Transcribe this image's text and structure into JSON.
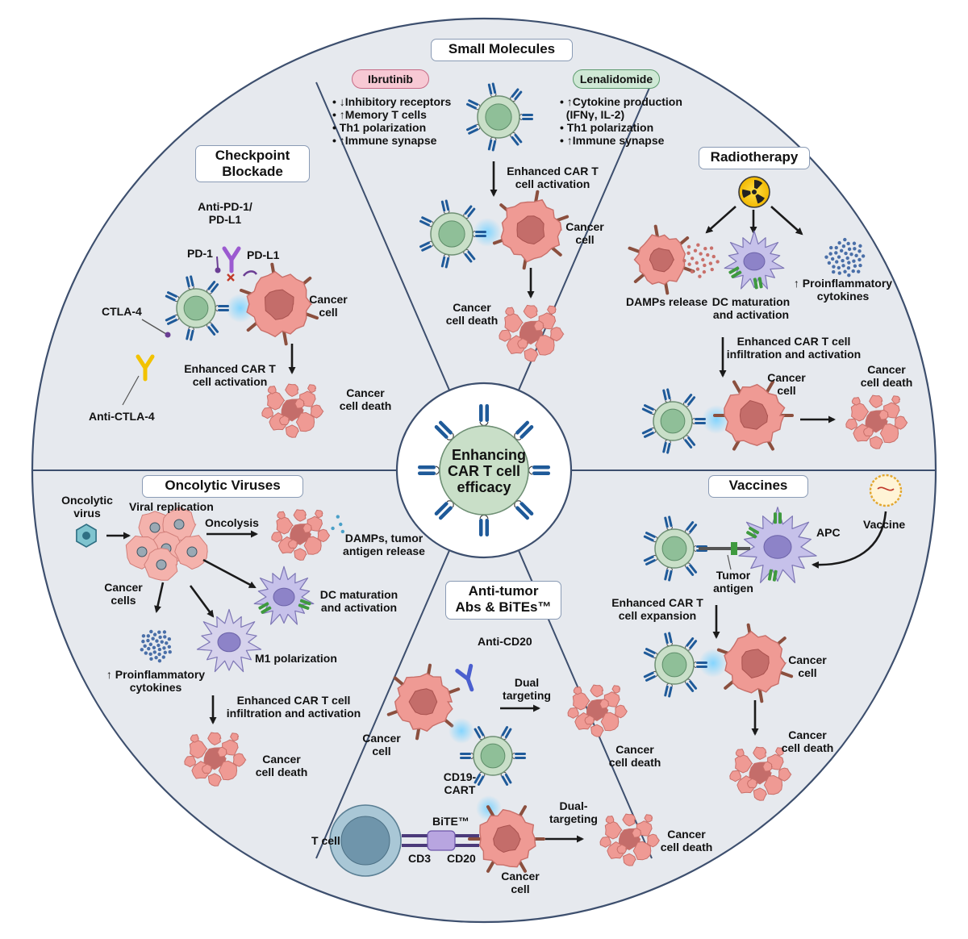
{
  "center": {
    "line1": "Enhancing",
    "line2": "CAR T cell",
    "line3": "efficacy"
  },
  "colors": {
    "wheel_bg": "#e6e9ee",
    "wheel_border": "#3d4f6e",
    "tcell": "#c9dfc8",
    "tcell_nucleus": "#8fbf98",
    "receptor": "#1f5a99",
    "cancer": "#ef9a94",
    "cancer_nucleus": "#c46d6a",
    "dc": "#b3aede",
    "ibrutinib": "#f7c9d4",
    "lenalidomide": "#cfe8d5",
    "arrow": "#1a1a1a"
  },
  "small_molecules": {
    "title": "Small Molecules",
    "ibrutinib": {
      "label": "Ibrutinib",
      "effects": [
        "• ↓Inhibitory receptors",
        "• ↑Memory T cells",
        "• Th1 polarization",
        "• ↑Immune synapse"
      ]
    },
    "lenalidomide": {
      "label": "Lenalidomide",
      "effects": [
        "• ↑Cytokine production",
        "  (IFNγ, IL-2)",
        "• Th1 polarization",
        "• ↑Immune synapse"
      ]
    },
    "activation": [
      "Enhanced CAR T",
      "cell activation"
    ],
    "cancer_cell": [
      "Cancer",
      "cell"
    ],
    "cancer_death": [
      "Cancer",
      "cell death"
    ]
  },
  "checkpoint": {
    "title": [
      "Checkpoint",
      "Blockade"
    ],
    "anti_pd1": [
      "Anti-PD-1/",
      "PD-L1"
    ],
    "pd1": "PD-1",
    "pdl1": "PD-L1",
    "ctla4": "CTLA-4",
    "anti_ctla4": "Anti-CTLA-4",
    "cancer_cell": [
      "Cancer",
      "cell"
    ],
    "activation": [
      "Enhanced CAR T",
      "cell activation"
    ],
    "cancer_death": [
      "Cancer",
      "cell death"
    ]
  },
  "radiotherapy": {
    "title": "Radiotherapy",
    "damps": "DAMPs release",
    "dc": [
      "DC maturation",
      "and activation"
    ],
    "cytokines": [
      "↑ Proinflammatory",
      "cytokines"
    ],
    "infiltration": [
      "Enhanced CAR T cell",
      "infiltration and activation"
    ],
    "cancer_cell": [
      "Cancer",
      "cell"
    ],
    "cancer_death": [
      "Cancer",
      "cell death"
    ]
  },
  "oncolytic": {
    "title": "Oncolytic Viruses",
    "virus": [
      "Oncolytic",
      "virus"
    ],
    "replication": "Viral replication",
    "oncolysis": "Oncolysis",
    "damps": [
      "DAMPs, tumor",
      "antigen release"
    ],
    "cancer_cells": [
      "Cancer",
      "cells"
    ],
    "dc": [
      "DC maturation",
      "and activation"
    ],
    "m1": "M1 polarization",
    "cytokines": [
      "↑ Proinflammatory",
      "cytokines"
    ],
    "infiltration": [
      "Enhanced CAR T cell",
      "infiltration and activation"
    ],
    "cancer_death": [
      "Cancer",
      "cell death"
    ]
  },
  "antitumor": {
    "title": [
      "Anti-tumor",
      "Abs & BiTEs™"
    ],
    "anti_cd20": "Anti-CD20",
    "dual": [
      "Dual",
      "targeting"
    ],
    "cancer_cell": [
      "Cancer",
      "cell"
    ],
    "cd19": [
      "CD19-",
      "CART"
    ],
    "cancer_death1": [
      "Cancer",
      "cell death"
    ],
    "bite": "BiTE™",
    "tcell": "T cell",
    "cd3": "CD3",
    "cd20": "CD20",
    "dual2": [
      "Dual-",
      "targeting"
    ],
    "cancer_cell2": [
      "Cancer",
      "cell"
    ],
    "cancer_death2": [
      "Cancer",
      "cell death"
    ]
  },
  "vaccines": {
    "title": "Vaccines",
    "vaccine": "Vaccine",
    "apc": "APC",
    "antigen": [
      "Tumor",
      "antigen"
    ],
    "expansion": [
      "Enhanced CAR T",
      "cell expansion"
    ],
    "cancer_cell": [
      "Cancer",
      "cell"
    ],
    "cancer_death": [
      "Cancer",
      "cell death"
    ]
  }
}
